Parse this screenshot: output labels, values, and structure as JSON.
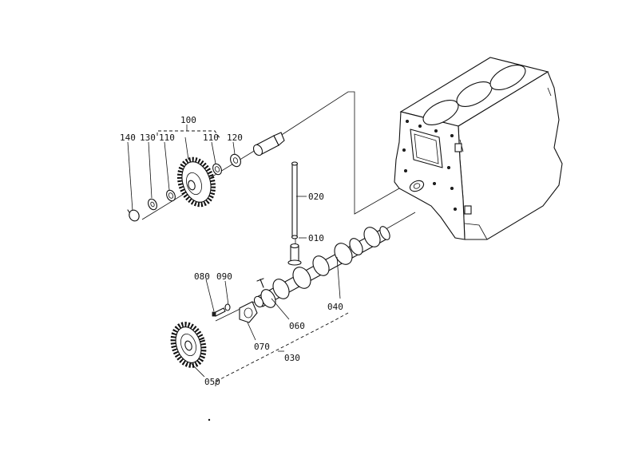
{
  "diagram": {
    "callouts": [
      {
        "id": "callout-100",
        "label": "100"
      },
      {
        "id": "callout-140",
        "label": "140"
      },
      {
        "id": "callout-130",
        "label": "130"
      },
      {
        "id": "callout-110-left",
        "label": "110"
      },
      {
        "id": "callout-110-right",
        "label": "110"
      },
      {
        "id": "callout-120",
        "label": "120"
      },
      {
        "id": "callout-020",
        "label": "020"
      },
      {
        "id": "callout-010",
        "label": "010"
      },
      {
        "id": "callout-080",
        "label": "080"
      },
      {
        "id": "callout-090",
        "label": "090"
      },
      {
        "id": "callout-040",
        "label": "040"
      },
      {
        "id": "callout-060",
        "label": "060"
      },
      {
        "id": "callout-070",
        "label": "070"
      },
      {
        "id": "callout-030",
        "label": "030"
      },
      {
        "id": "callout-050",
        "label": "050"
      }
    ]
  }
}
